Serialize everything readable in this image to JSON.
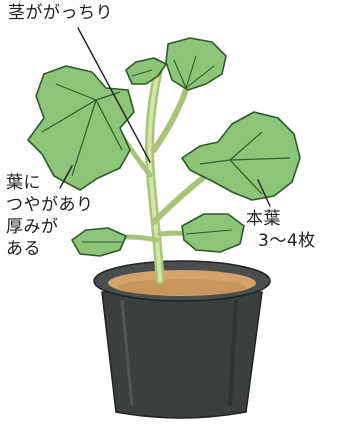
{
  "annotations": {
    "stem": {
      "lines": [
        "茎ががっちり"
      ]
    },
    "leaves": {
      "lines": [
        "葉に",
        "つやがあり",
        "厚みが",
        "ある"
      ]
    },
    "true_leaves": {
      "lines": [
        "本葉",
        "3～4枚"
      ]
    }
  },
  "colors": {
    "leaf_fill": "#8cc47a",
    "leaf_vein": "#2f5a2a",
    "leaf_outline": "#2d5a2a",
    "stem": "#c7dc96",
    "pot": "#3c3f3f",
    "pot_rim": "#4a4e4e",
    "soil": "#d5a26a",
    "text": "#1e1e1e"
  }
}
